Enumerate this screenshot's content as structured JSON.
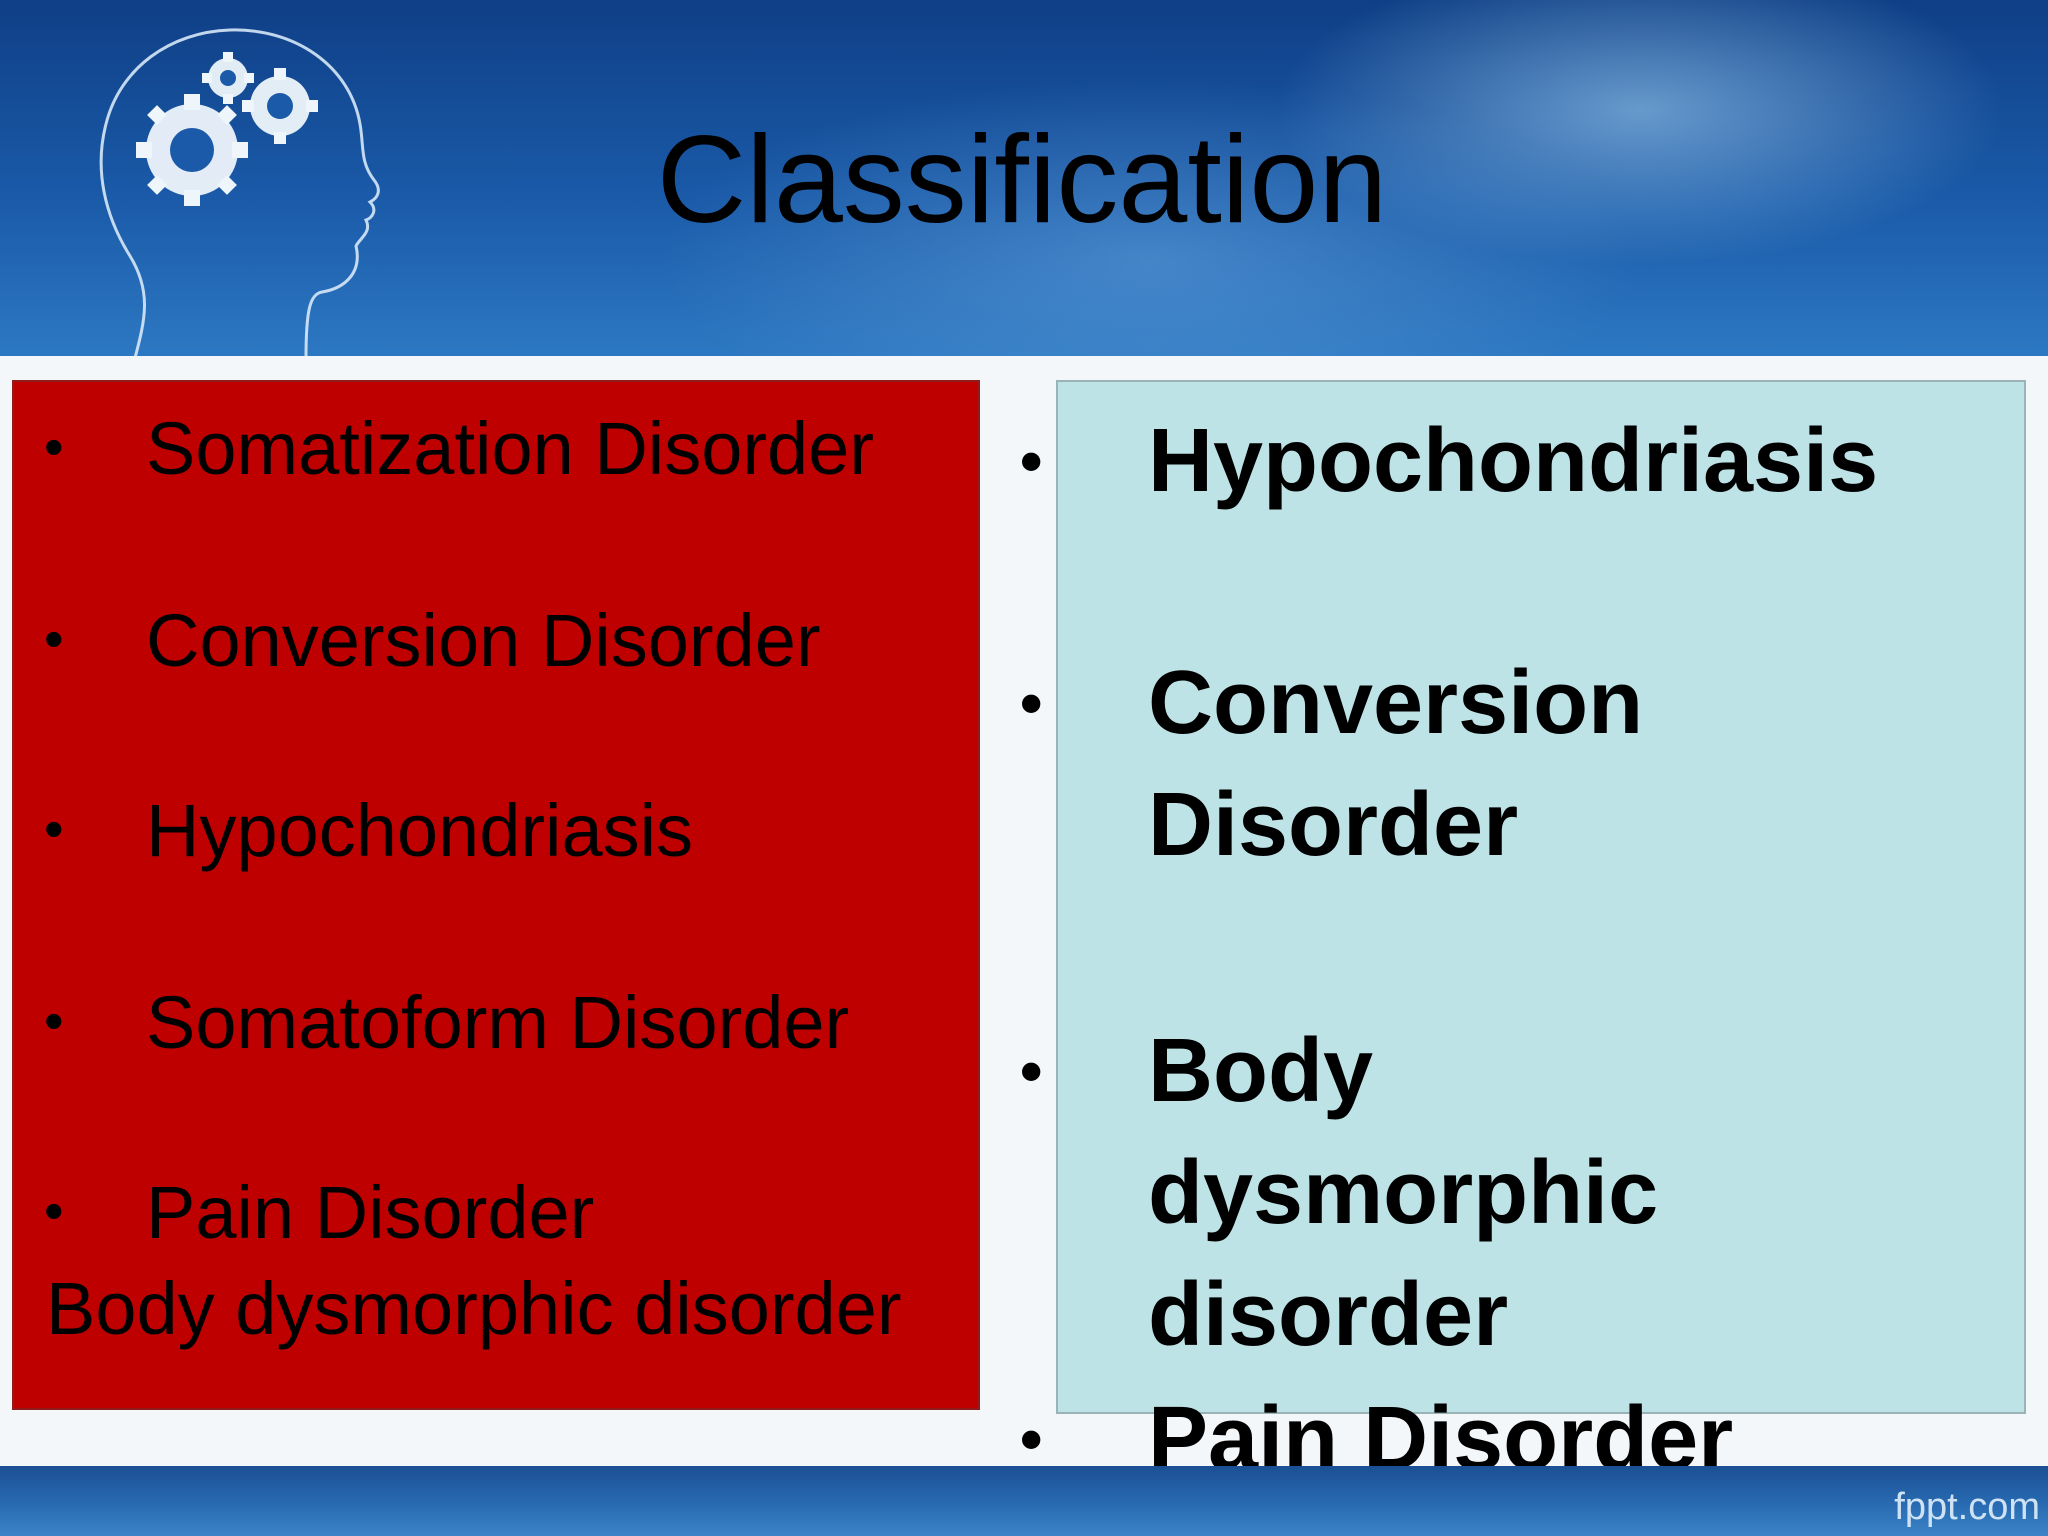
{
  "slide": {
    "title": "Classification",
    "left_list": [
      "Somatization Disorder",
      "Conversion Disorder",
      "Hypochondriasis",
      "Somatoform Disorder",
      "Pain Disorder"
    ],
    "left_extra": "Body dysmorphic disorder",
    "right_list": [
      "Hypochondriasis",
      "Conversion Disorder",
      "Body dysmorphic disorder",
      "Pain Disorder"
    ],
    "bullet": "•",
    "brand": "fppt.com",
    "colors": {
      "left_panel": "#bf0000",
      "right_panel": "#bde3e6",
      "header": "#1a5aa8"
    },
    "icons": [
      "head-with-gears-icon"
    ]
  }
}
